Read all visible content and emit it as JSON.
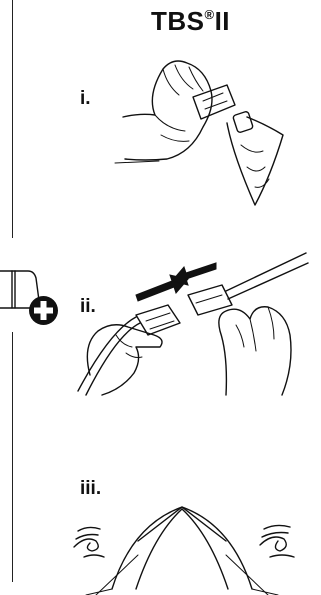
{
  "header": {
    "title_main": "TBS",
    "title_reg": "®",
    "title_suffix": "II"
  },
  "steps": [
    {
      "label": "i."
    },
    {
      "label": "ii."
    },
    {
      "label": "iii."
    }
  ],
  "side_tab": {
    "icon": "plus-circle-icon",
    "accent": "#111111"
  }
}
